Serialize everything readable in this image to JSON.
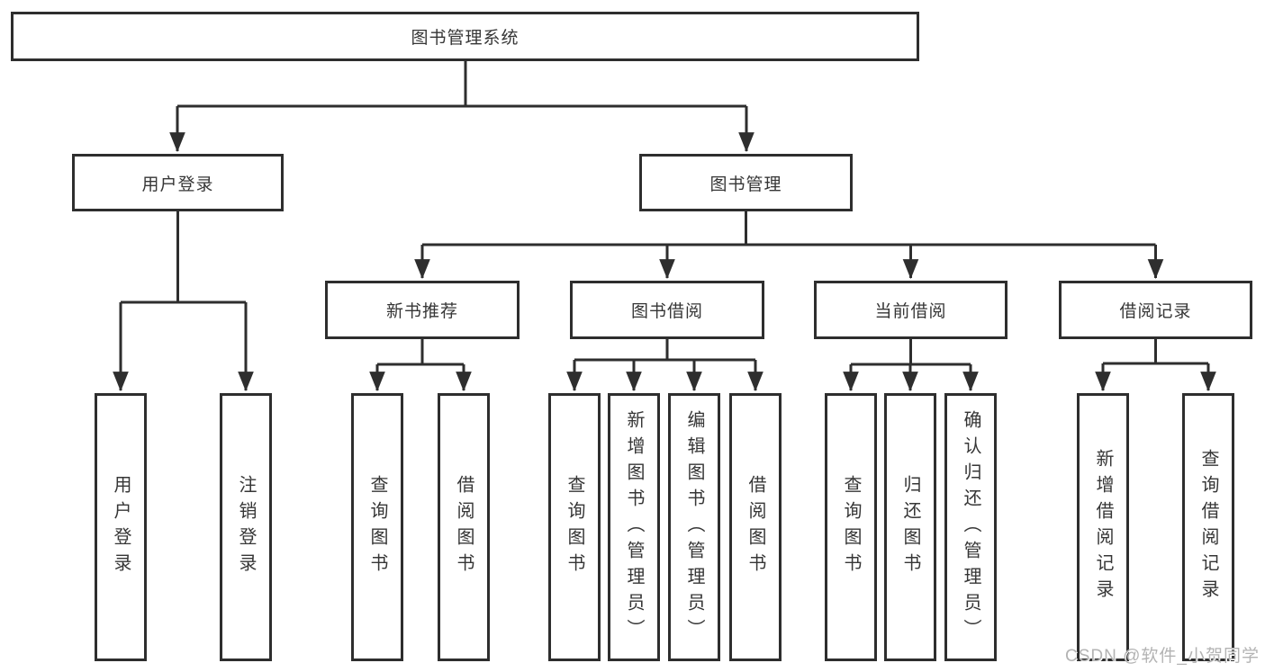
{
  "tree": {
    "root": "图书管理系统",
    "children": [
      {
        "label": "用户登录",
        "children": [
          "用户登录",
          "注销登录"
        ]
      },
      {
        "label": "图书管理",
        "children": [
          {
            "label": "新书推荐",
            "children": [
              "查询图书",
              "借阅图书"
            ]
          },
          {
            "label": "图书借阅",
            "children": [
              "查询图书",
              "新增图书（管理员）",
              "编辑图书（管理员）",
              "借阅图书"
            ]
          },
          {
            "label": "当前借阅",
            "children": [
              "查询图书",
              "归还图书",
              "确认归还（管理员）"
            ]
          },
          {
            "label": "借阅记录",
            "children": [
              "新增借阅记录",
              "查询借阅记录"
            ]
          }
        ]
      }
    ]
  },
  "watermark": "CSDN @软件_小贺同学",
  "colors": {
    "line": "#2e2e2e",
    "text": "#363636",
    "wm": "#b3b3b3",
    "bg": "#ffffff"
  }
}
